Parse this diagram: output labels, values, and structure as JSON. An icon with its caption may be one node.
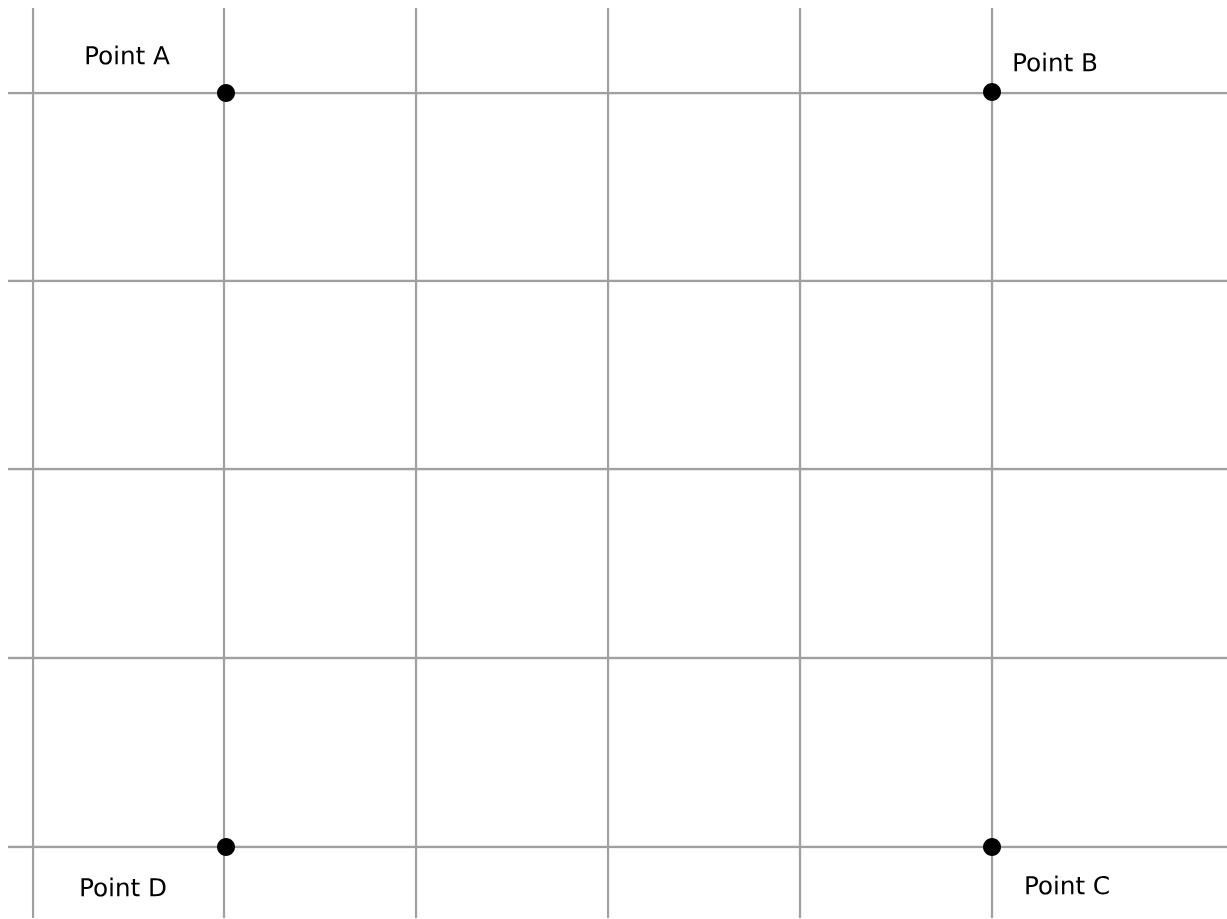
{
  "diagram": {
    "labels": [
      "Point A",
      "Point B",
      "Point D",
      "Point C"
    ]
  }
}
